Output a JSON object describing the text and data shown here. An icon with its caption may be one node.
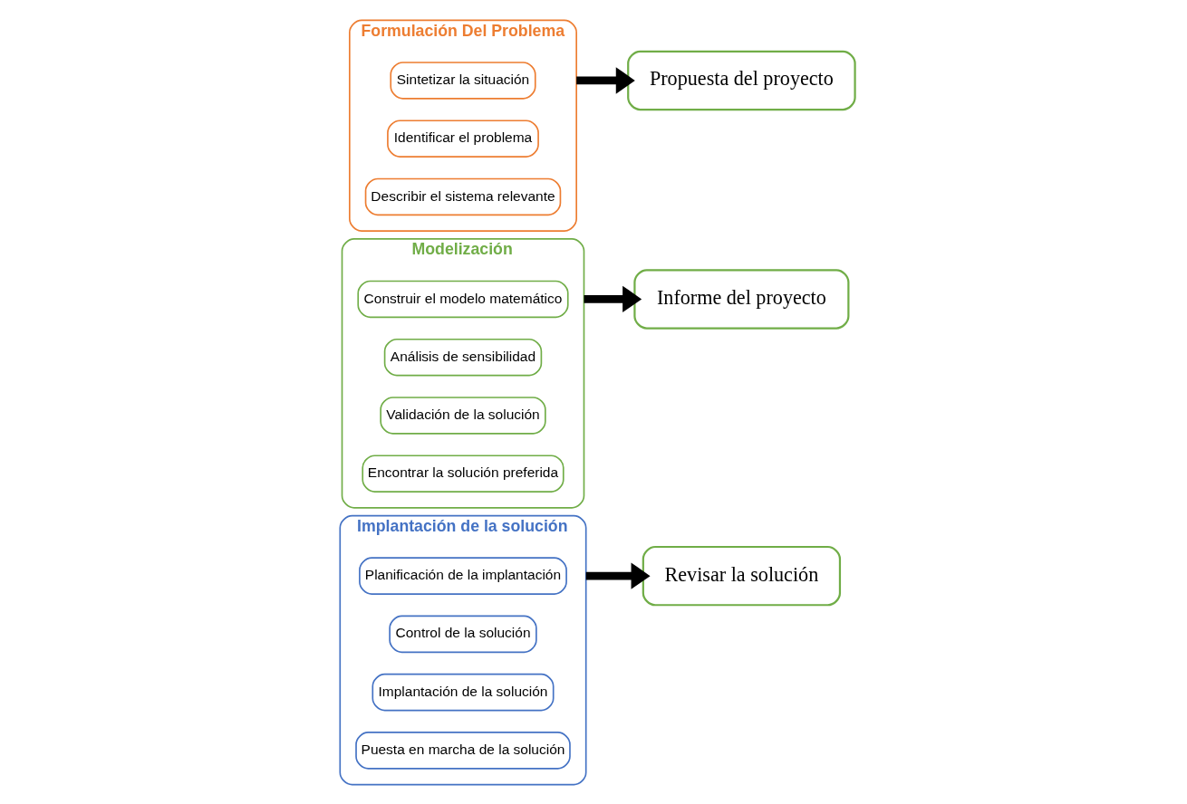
{
  "diagram": {
    "nodes": [
      {
        "text": [
          "Formulación Del Problema"
        ]
      },
      {
        "text": [
          "Sintetizar la situación"
        ],
        "in": 0
      },
      {
        "text": [
          "Identificar el problema"
        ],
        "in": 0
      },
      {
        "text": [
          "Describir el sistema relevante"
        ],
        "in": 0
      },
      {
        "text": [
          "Propuesta del proyecto"
        ]
      },
      {
        "text": [
          "Modelización"
        ]
      },
      {
        "text": [
          "Construir el modelo matemático"
        ],
        "in": 5
      },
      {
        "text": [
          "Análisis de sensibilidad"
        ],
        "in": 5
      },
      {
        "text": [
          "Validación de la solución"
        ],
        "in": 5
      },
      {
        "text": [
          "Encontrar la solución preferida"
        ],
        "in": 5
      },
      {
        "text": [
          "Informe del proyecto"
        ]
      },
      {
        "text": [
          "Implantación de la solución"
        ]
      },
      {
        "text": [
          "Planificación de la implantación"
        ],
        "in": 11
      },
      {
        "text": [
          "Control de la solución"
        ],
        "in": 11
      },
      {
        "text": [
          "Implantación de la solución"
        ],
        "in": 11
      },
      {
        "text": [
          "Puesta en marcha de la solución"
        ],
        "in": 11
      },
      {
        "text": [
          "Revisar la solución"
        ]
      }
    ],
    "edges": [
      {
        "from": 0,
        "to": 4,
        "arrow": "to"
      },
      {
        "from": 5,
        "to": 10,
        "arrow": "to"
      },
      {
        "from": 11,
        "to": 16,
        "arrow": "to"
      }
    ]
  }
}
